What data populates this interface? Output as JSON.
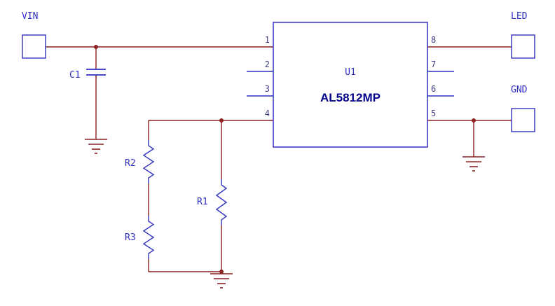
{
  "colors": {
    "background": "#FFFFFF",
    "wire": "#8B2020",
    "symbol": "#3030C0",
    "label": "#2E2EC4",
    "pin_number": "#3C3C82",
    "part_text": "#00008B"
  },
  "ports": {
    "vin": "VIN",
    "led": "LED",
    "gnd": "GND"
  },
  "ic": {
    "refdes": "U1",
    "part_number": "AL5812MP",
    "left_pins": [
      "1",
      "2",
      "3",
      "4"
    ],
    "right_pins": [
      "8",
      "7",
      "6",
      "5"
    ]
  },
  "components": {
    "c1": "C1",
    "r1": "R1",
    "r2": "R2",
    "r3": "R3"
  }
}
